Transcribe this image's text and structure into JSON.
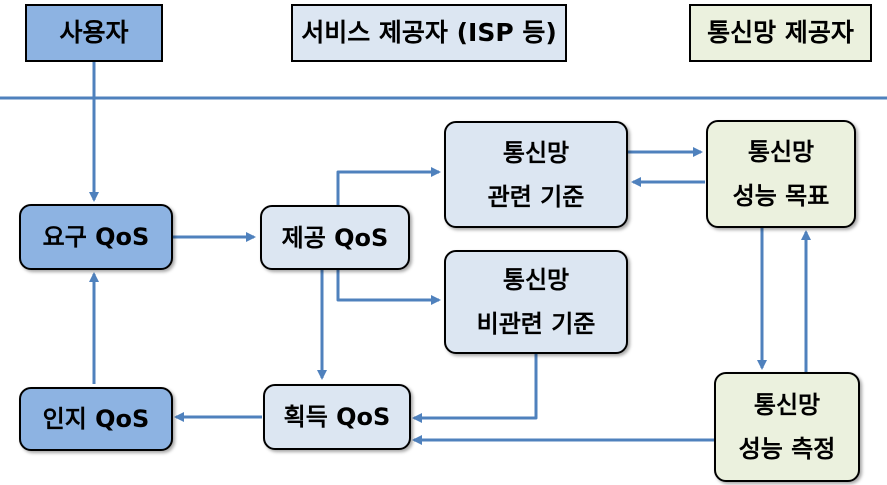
{
  "colors": {
    "user_fill": "#8db3e2",
    "service_fill": "#dce6f2",
    "network_fill": "#ebf1de",
    "arrow": "#4f81bd",
    "divider": "#4f81bd"
  },
  "headers": {
    "user": "사용자",
    "service_provider": "서비스 제공자 (ISP 등)",
    "network_provider": "통신망 제공자"
  },
  "nodes": {
    "required_qos": "요구 QoS",
    "offered_qos": "제공 QoS",
    "perceived_qos": "인지 QoS",
    "achieved_qos": "획득 QoS",
    "network_related_line1": "통신망",
    "network_related_line2": "관련 기준",
    "non_network_related_line1": "통신망",
    "non_network_related_line2": "비관련 기준",
    "performance_objective_line1": "통신망",
    "performance_objective_line2": "성능 목표",
    "performance_measurement_line1": "통신망",
    "performance_measurement_line2": "성능 측정"
  }
}
